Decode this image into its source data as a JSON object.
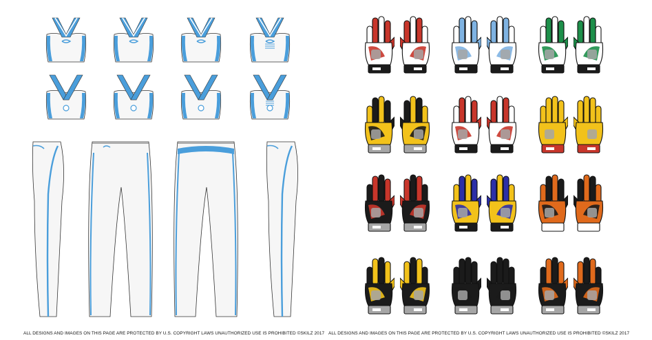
{
  "colors": {
    "accent_blue": "#4a9edb",
    "red": "#c8362b",
    "yellow": "#f2c21b",
    "black": "#1b1b1b",
    "gray": "#a6a6a6",
    "navy": "#2c2fa8",
    "orange": "#e06a1c",
    "green": "#1d8f4a",
    "light_blue": "#7fb3e2"
  },
  "left_panel": {
    "copyright_notice": "ALL DESIGNS AND IMAGES ON THIS PAGE ARE PROTECTED BY U.S. COPYRIGHT LAWS UNAUTHORIZED USE IS PROHIBITED ©SKILZ 2017",
    "tops": [
      {
        "style": "v-neck",
        "icon": "sports-top-icon"
      },
      {
        "style": "v-neck",
        "icon": "sports-top-icon"
      },
      {
        "style": "v-neck",
        "icon": "sports-top-icon"
      },
      {
        "style": "v-neck-stripe",
        "icon": "sports-top-icon"
      },
      {
        "style": "cross-back",
        "icon": "sports-top-back-icon"
      },
      {
        "style": "cross-back",
        "icon": "sports-top-back-icon"
      },
      {
        "style": "cross-back",
        "icon": "sports-top-back-icon"
      },
      {
        "style": "cross-back-stripe",
        "icon": "sports-top-back-icon"
      }
    ],
    "pants": [
      {
        "view": "side",
        "icon": "pants-side-icon"
      },
      {
        "view": "front",
        "icon": "pants-front-icon"
      },
      {
        "view": "back",
        "icon": "pants-back-icon"
      },
      {
        "view": "side",
        "icon": "pants-side-icon"
      }
    ]
  },
  "right_panel": {
    "copyright_notice": "ALL DESIGNS AND IMAGES ON THIS PAGE ARE PROTECTED BY U.S. COPYRIGHT LAWS UNAUTHORIZED USE IS PROHIBITED ©SKILZ 2017",
    "glove_pairs": [
      {
        "palm": "#ffffff",
        "back": "#c8362b",
        "trim": "#1b1b1b",
        "icon": "glove-pair-icon"
      },
      {
        "palm": "#ffffff",
        "back": "#7fb3e2",
        "trim": "#1b1b1b",
        "icon": "glove-pair-icon"
      },
      {
        "palm": "#ffffff",
        "back": "#1d8f4a",
        "trim": "#1b1b1b",
        "icon": "glove-pair-icon"
      },
      {
        "palm": "#f2c21b",
        "back": "#1b1b1b",
        "trim": "#a6a6a6",
        "icon": "glove-pair-icon"
      },
      {
        "palm": "#ffffff",
        "back": "#c8362b",
        "trim": "#1b1b1b",
        "icon": "glove-pair-icon"
      },
      {
        "palm": "#f2c21b",
        "back": "#f2c21b",
        "trim": "#c8362b",
        "icon": "glove-pair-icon"
      },
      {
        "palm": "#1b1b1b",
        "back": "#c8362b",
        "trim": "#a6a6a6",
        "icon": "glove-pair-icon"
      },
      {
        "palm": "#f2c21b",
        "back": "#2c2fa8",
        "trim": "#1b1b1b",
        "icon": "glove-pair-icon"
      },
      {
        "palm": "#e06a1c",
        "back": "#1b1b1b",
        "trim": "#ffffff",
        "icon": "glove-pair-icon"
      },
      {
        "palm": "#1b1b1b",
        "back": "#f2c21b",
        "trim": "#a6a6a6",
        "icon": "glove-pair-icon"
      },
      {
        "palm": "#1b1b1b",
        "back": "#1b1b1b",
        "trim": "#a6a6a6",
        "icon": "glove-pair-icon"
      },
      {
        "palm": "#1b1b1b",
        "back": "#e06a1c",
        "trim": "#a6a6a6",
        "icon": "glove-pair-icon"
      }
    ]
  }
}
